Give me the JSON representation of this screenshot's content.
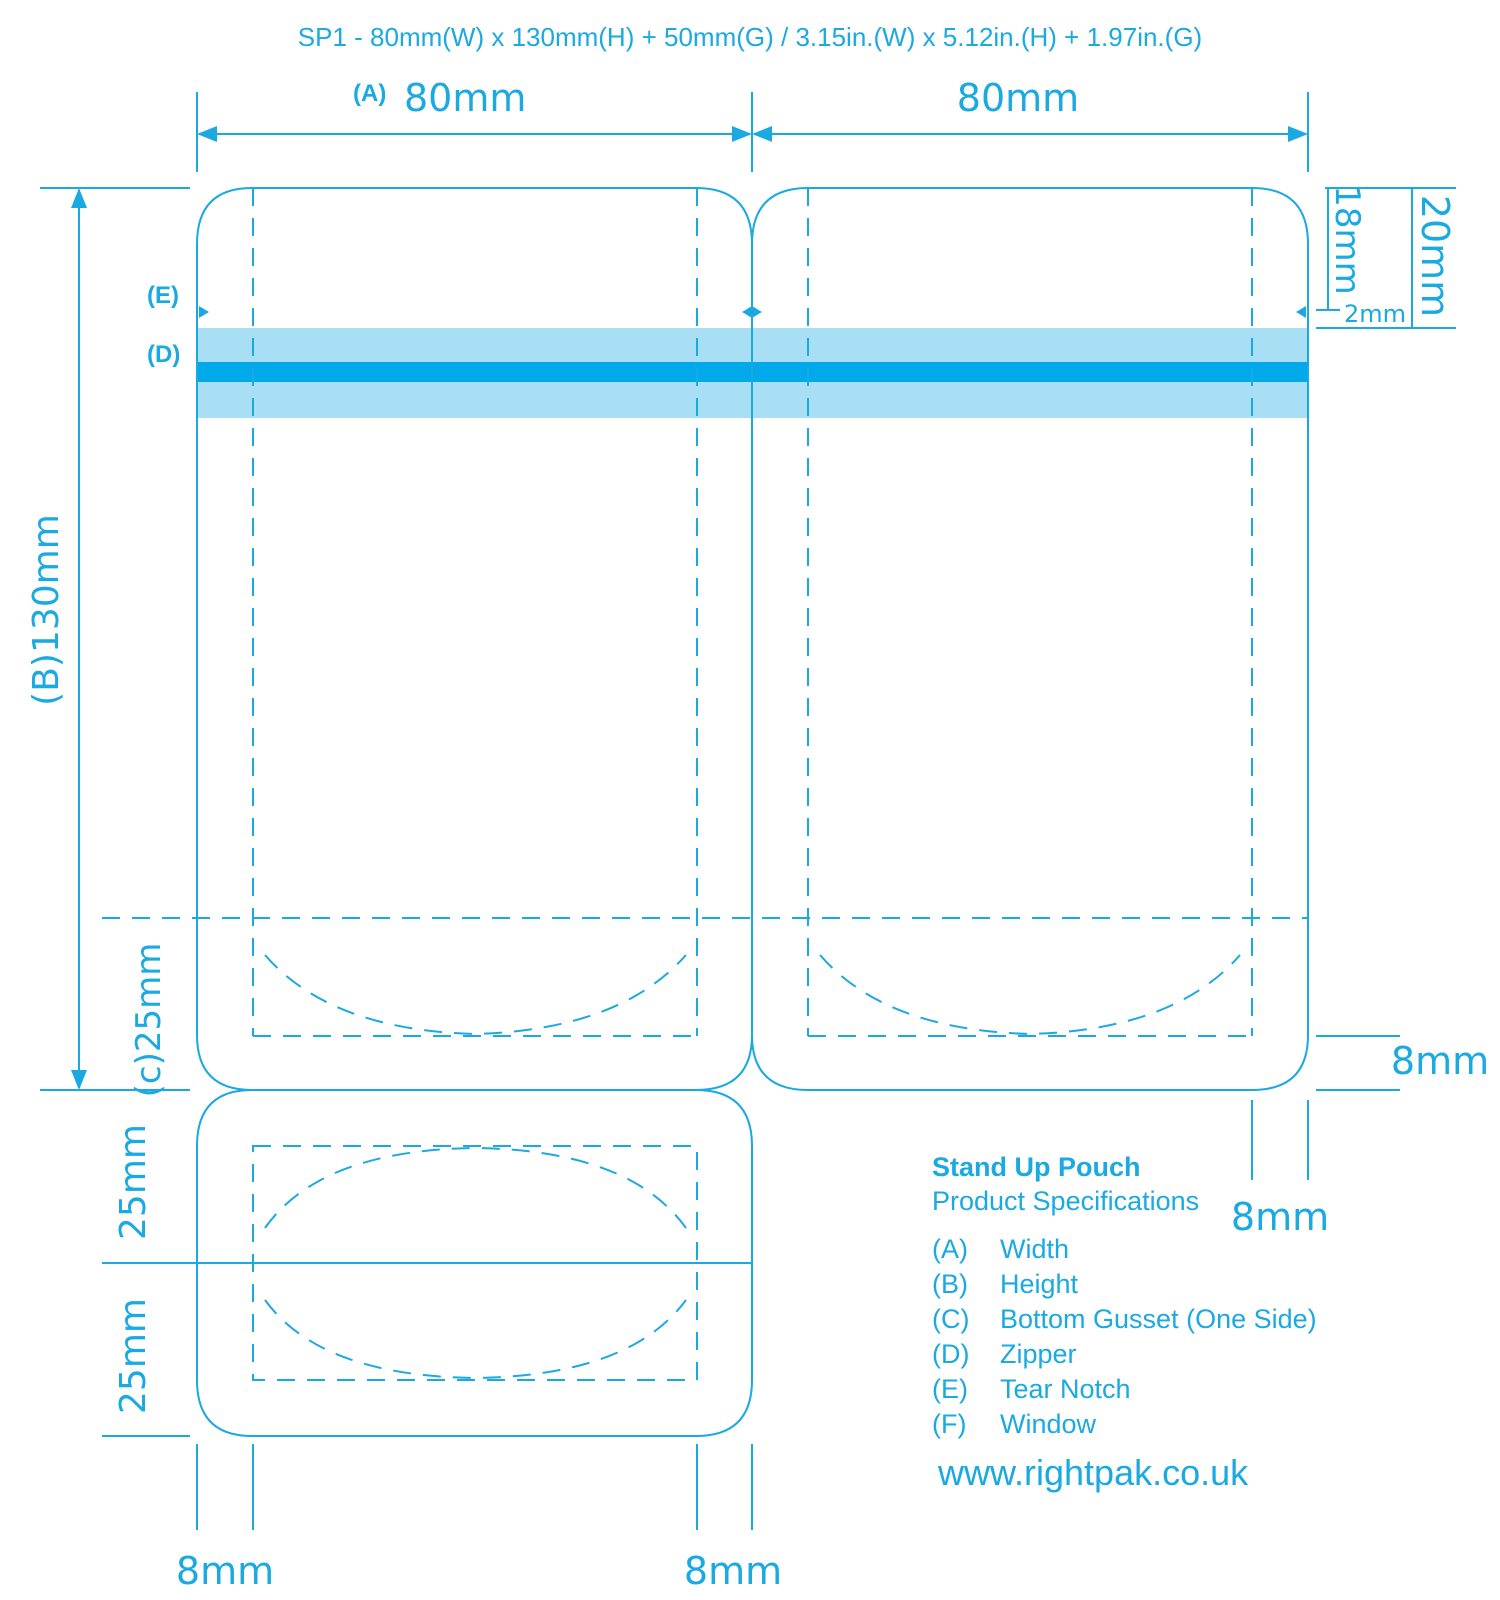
{
  "header": {
    "spec_title": "SP1 - 80mm(W) x 130mm(H) + 50mm(G) / 3.15in.(W) x 5.12in.(H) + 1.97in.(G)"
  },
  "dimensions": {
    "width_left_prefix": "(A)",
    "width_left": "80mm",
    "width_right": "80mm",
    "height": "(B)130mm",
    "gusset_side": "(c)25mm",
    "tear_notch_label": "(E)",
    "zipper_label": "(D)",
    "top_18": "18mm",
    "top_20": "20mm",
    "top_2": "2mm",
    "side_seal_right": "8mm",
    "side_seal_bottom_right": "8mm",
    "gusset_upper": "25mm",
    "gusset_lower": "25mm",
    "seal_bottom_left": "8mm",
    "seal_bottom_mid": "8mm"
  },
  "legend": {
    "title": "Stand Up Pouch",
    "subtitle": "Product Specifications",
    "items": [
      {
        "code": "(A)",
        "label": "Width"
      },
      {
        "code": "(B)",
        "label": "Height"
      },
      {
        "code": "(C)",
        "label": "Bottom Gusset (One Side)"
      },
      {
        "code": "(D)",
        "label": "Zipper"
      },
      {
        "code": "(E)",
        "label": "Tear Notch"
      },
      {
        "code": "(F)",
        "label": "Window"
      }
    ],
    "website": "www.rightpak.co.uk"
  },
  "colors": {
    "line": "#1ba9e1",
    "zipper_band": "#a8dff5",
    "zipper_strip": "#00a9ea"
  }
}
